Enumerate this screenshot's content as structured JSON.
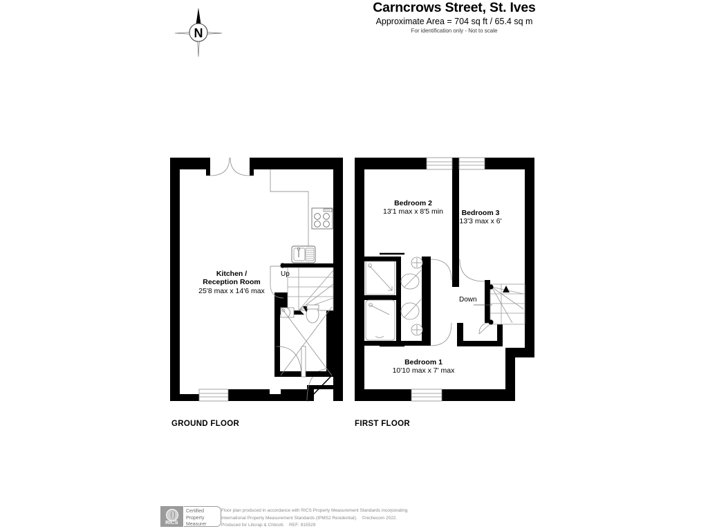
{
  "header": {
    "title": "Carncrows Street, St. Ives",
    "area": "Approximate Area = 704 sq ft / 65.4 sq m",
    "notice": "For identification only - Not to scale"
  },
  "compass": {
    "north_label": "N",
    "icon": "compass-rose-icon"
  },
  "floors": [
    {
      "id": "ground",
      "label": "GROUND FLOOR",
      "rooms": [
        {
          "name": "Kitchen /\nReception Room",
          "name_line1": "Kitchen /",
          "name_line2": "Reception Room",
          "dimensions": "25'8 max x 14'6 max"
        }
      ],
      "stairs": [
        {
          "label": "Up",
          "direction": "up"
        }
      ],
      "fixtures": [
        "hob-icon",
        "sink-icon",
        "wc-icon",
        "basin-icon",
        "french-doors-icon",
        "bay-window-icon",
        "entrance-door-icon"
      ]
    },
    {
      "id": "first",
      "label": "FIRST FLOOR",
      "rooms": [
        {
          "name": "Bedroom 2",
          "name_line1": "Bedroom 2",
          "dimensions": "13'1 max x 8'5 min"
        },
        {
          "name": "Bedroom 3",
          "name_line1": "Bedroom 3",
          "dimensions": "13'3 max x 6'"
        },
        {
          "name": "Bedroom 1",
          "name_line1": "Bedroom 1",
          "dimensions": "10'10 max x 7' max"
        }
      ],
      "stairs": [
        {
          "label": "Down",
          "direction": "down"
        }
      ],
      "fixtures": [
        "shower-icon",
        "bath-icon",
        "wc-icon",
        "basin-icon",
        "window-icon"
      ]
    }
  ],
  "footer": {
    "badge": {
      "logo_text": "RICS",
      "line1": "Certified",
      "line2": "Property",
      "line3": "Measurer"
    },
    "disclaimer_line1": "Floor plan produced in accordance with RICS Property Measurement Standards incorporating",
    "disclaimer_line2a": "International Property Measurement Standards (IPMS2 Residential).",
    "disclaimer_line2b": "©nichecom 2022.",
    "disclaimer_line3a": "Produced for Lilicrap & Chilcott.",
    "disclaimer_line3b": "REF: 915529"
  },
  "colors": {
    "wall": "#000000",
    "fixture_line": "#777777",
    "text": "#000000",
    "footer_text": "#8a8a8a"
  }
}
